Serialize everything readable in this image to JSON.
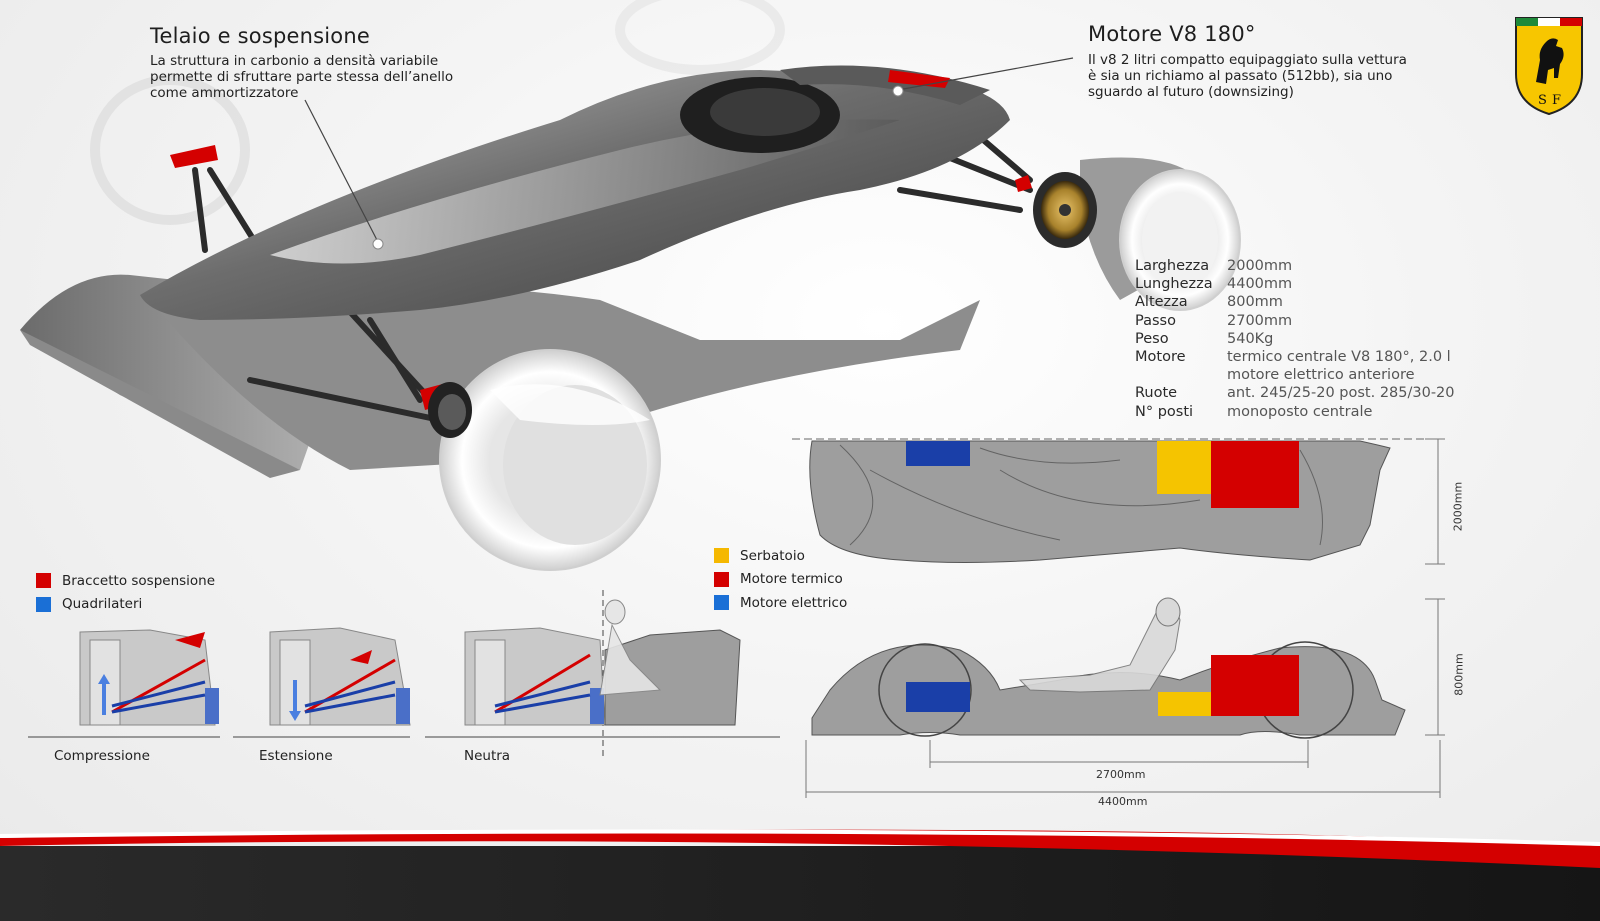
{
  "chassis": {
    "title": "Telaio e sospensione",
    "text": "La struttura in carbonio a densità variabile\npermette di sfruttare parte stessa dell’anello\ncome ammortizzatore"
  },
  "engine": {
    "title": "Motore V8 180°",
    "text": "Il v8 2 litri compatto equipaggiato sulla vettura\nè sia un richiamo al passato (512bb), sia uno\nsguardo al futuro (downsizing)"
  },
  "specs": [
    {
      "label": "Larghezza",
      "value": "2000mm"
    },
    {
      "label": "Lunghezza",
      "value": "4400mm"
    },
    {
      "label": "Altezza",
      "value": "800mm"
    },
    {
      "label": "Passo",
      "value": "2700mm"
    },
    {
      "label": "Peso",
      "value": "540Kg"
    },
    {
      "label": "Motore",
      "value": "termico centrale V8 180°, 2.0 l\nmotore elettrico anteriore"
    },
    {
      "label": "Ruote",
      "value": "ant. 245/25-20 post. 285/30-20"
    },
    {
      "label": "N° posti",
      "value": "monoposto centrale"
    }
  ],
  "legend_suspension": [
    {
      "label": "Braccetto sospensione",
      "color": "#d40000"
    },
    {
      "label": "Quadrilateri",
      "color": "#1a6fd6"
    }
  ],
  "legend_components": [
    {
      "label": "Serbatoio",
      "color": "#f5b800"
    },
    {
      "label": "Motore termico",
      "color": "#d40000"
    },
    {
      "label": "Motore elettrico",
      "color": "#1a6fd6"
    }
  ],
  "suspension_states": [
    "Compressione",
    "Estensione",
    "Neutra"
  ],
  "dimensions": {
    "width": "2000mm",
    "height": "800mm",
    "wheelbase": "2700mm",
    "length": "4400mm"
  },
  "colors": {
    "accent_red": "#d40000",
    "blue": "#1a3fa8",
    "yellow": "#f5c400",
    "body_gray": "#9e9e9e"
  },
  "icons": {
    "logo": "prancing-horse-shield-logo"
  }
}
